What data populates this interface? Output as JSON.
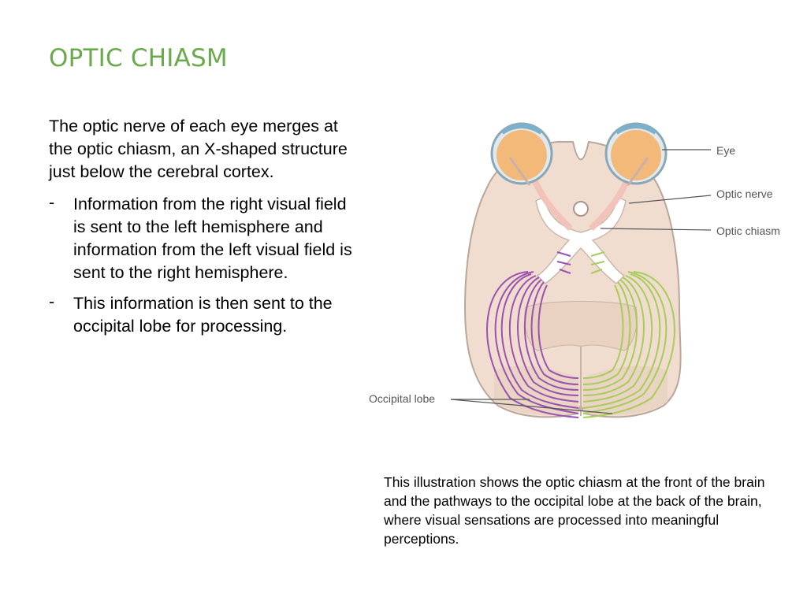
{
  "slide": {
    "title": "OPTIC CHIASM",
    "intro": "The optic nerve of each eye merges at the optic chiasm, an X-shaped structure just below the cerebral cortex.",
    "bullet_marker": "-",
    "bullets": [
      "Information from the right visual field is sent to the left hemisphere and information from the left visual field is sent to the right hemisphere.",
      "This information is then sent to the occipital lobe for processing."
    ]
  },
  "figure": {
    "labels": {
      "eye": "Eye",
      "optic_nerve": "Optic nerve",
      "optic_chiasm": "Optic chiasm",
      "occipital_lobe": "Occipital lobe"
    },
    "colors": {
      "brain": "#f1ddd0",
      "left_pathway": "#9a52b0",
      "right_pathway": "#a6cc5a",
      "eye_iris": "#f3b978"
    },
    "caption": "This illustration shows the optic chiasm at the front of the brain and the pathways to the occipital lobe at the back of the brain, where visual sensations are processed into meaningful perceptions."
  }
}
